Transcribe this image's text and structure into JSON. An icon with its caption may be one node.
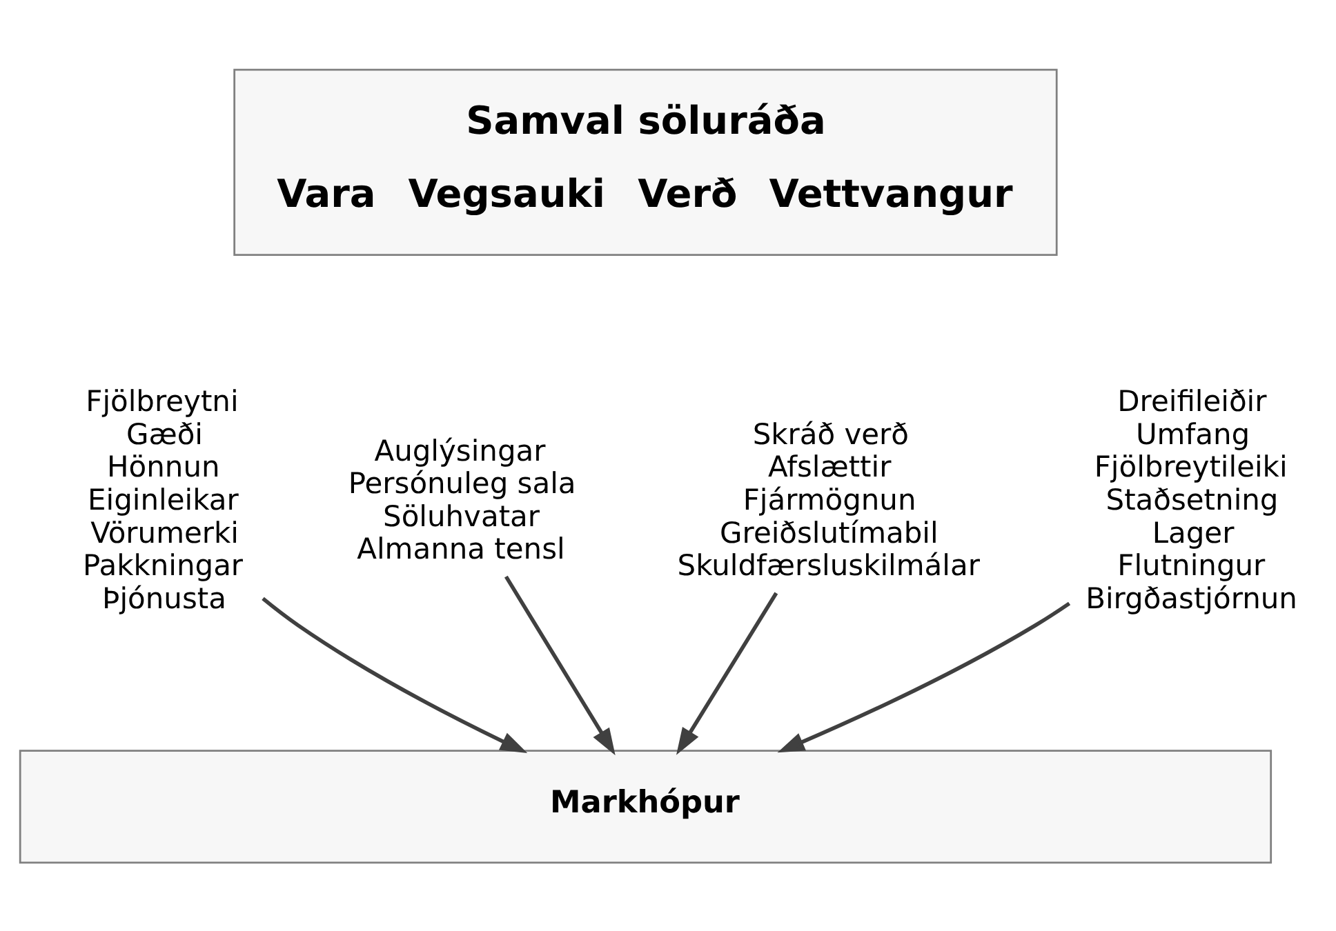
{
  "diagram": {
    "nodes": [
      {
        "text": [
          "Samval söluráða",
          "Vara",
          "Vegsauki",
          "Verð",
          "Vettvangur"
        ]
      },
      {
        "text": [
          "Fjölbreytni",
          "Gæði",
          "Hönnun",
          "Eiginleikar",
          "Vörumerki",
          "Pakkningar",
          "Þjónusta"
        ]
      },
      {
        "text": [
          "Auglýsingar",
          "Persónuleg sala",
          "Söluhvatar",
          "Almanna tensl"
        ]
      },
      {
        "text": [
          "Skráð verð",
          "Afslættir",
          "Fjármögnun",
          "Greiðslutímabil",
          "Skuldfærsluskilmálar"
        ]
      },
      {
        "text": [
          "Dreifileiðir",
          "Umfang",
          "Fjölbreytileiki",
          "Staðsetning",
          "Lager",
          "Flutningur",
          "Birgðastjórnun"
        ]
      },
      {
        "text": [
          "Markhópur"
        ]
      }
    ],
    "edges": [
      {
        "from": 1,
        "to": 5,
        "arrow": "to"
      },
      {
        "from": 2,
        "to": 5,
        "arrow": "to"
      },
      {
        "from": 3,
        "to": 5,
        "arrow": "to"
      },
      {
        "from": 4,
        "to": 5,
        "arrow": "to"
      }
    ]
  }
}
